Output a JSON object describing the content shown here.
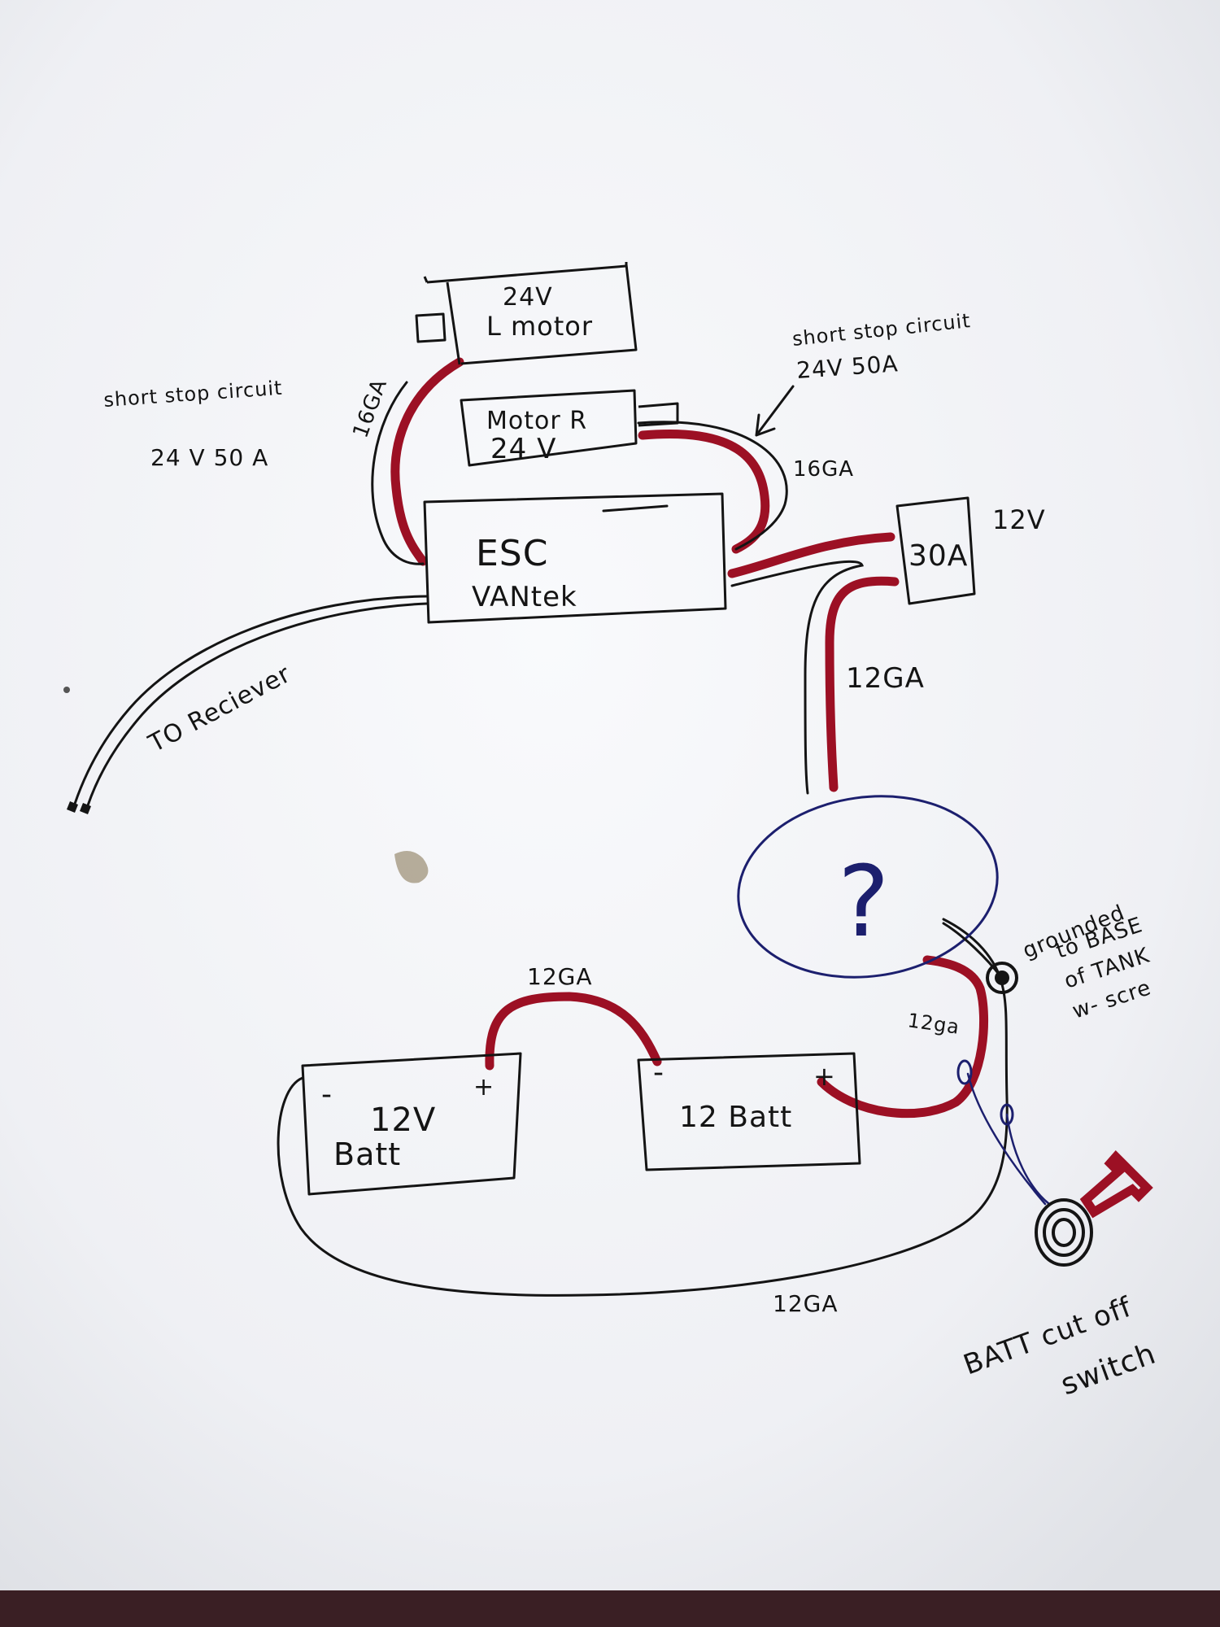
{
  "components": {
    "left_motor": {
      "line1": "24V",
      "line2": "L motor"
    },
    "right_motor": {
      "line1": "Motor R",
      "line2": "24 V"
    },
    "esc": {
      "line1": "ESC",
      "line2": "VANtek"
    },
    "fuse": {
      "label": "30A"
    },
    "unknown_device": {
      "label": "?"
    },
    "battery_left": {
      "line1": "12V",
      "line2": "Batt",
      "minus": "-",
      "plus": "+"
    },
    "battery_right": {
      "label": "12 Batt",
      "minus": "-",
      "plus": "+"
    }
  },
  "annotations": {
    "short_stop_left_line1": "short stop circuit",
    "short_stop_left_line2": "24 V 50 A",
    "short_stop_right_line1": "short stop circuit",
    "short_stop_right_line2": "24V 50A",
    "fuse_voltage": "12V",
    "to_receiver": "TO Reciever",
    "grounded_line1": "grounded",
    "grounded_line2": "to BASE",
    "grounded_line3": "of TANK",
    "grounded_line4": "w- scre",
    "switch_line1": "BATT cut off",
    "switch_line2": "switch"
  },
  "wire_gauges": {
    "left_motor_wire": "16GA",
    "right_motor_wire": "16GA",
    "fuse_to_device": "12GA",
    "battery_jumper": "12GA",
    "battery_to_device": "12ga",
    "bottom_return": "12GA"
  },
  "colors": {
    "paper": "#f4f5f8",
    "ink": "#141414",
    "red_wire": "#9c1024",
    "blue_ink": "#1c1f6e"
  }
}
